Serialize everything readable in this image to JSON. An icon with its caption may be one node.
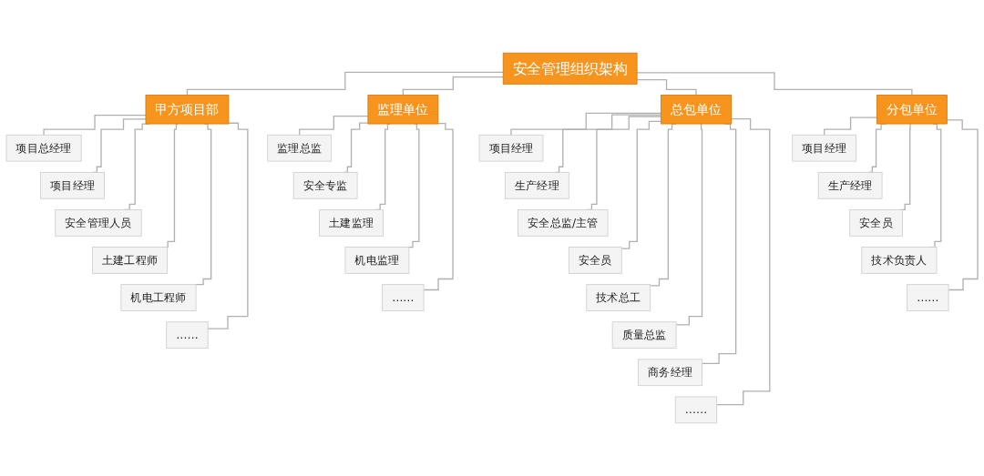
{
  "diagram": {
    "nodes": [
      {
        "text": [
          "安全管理组织架构"
        ]
      },
      {
        "text": [
          "甲方项目部"
        ]
      },
      {
        "text": [
          "项目总经理"
        ]
      },
      {
        "text": [
          "项目经理"
        ]
      },
      {
        "text": [
          "安全管理人员"
        ]
      },
      {
        "text": [
          "土建工程师"
        ]
      },
      {
        "text": [
          "机电工程师"
        ]
      },
      {
        "text": [
          "……"
        ]
      },
      {
        "text": [
          "监理单位"
        ]
      },
      {
        "text": [
          "监理总监"
        ]
      },
      {
        "text": [
          "安全专监"
        ]
      },
      {
        "text": [
          "土建监理"
        ]
      },
      {
        "text": [
          "机电监理"
        ]
      },
      {
        "text": [
          "……"
        ]
      },
      {
        "text": [
          "总包单位"
        ]
      },
      {
        "text": [
          "项目经理"
        ]
      },
      {
        "text": [
          "生产经理"
        ]
      },
      {
        "text": [
          "安全总监/主管"
        ]
      },
      {
        "text": [
          "安全员"
        ]
      },
      {
        "text": [
          "技术总工"
        ]
      },
      {
        "text": [
          "质量总监"
        ]
      },
      {
        "text": [
          "商务经理"
        ]
      },
      {
        "text": [
          "……"
        ]
      },
      {
        "text": [
          "分包单位"
        ]
      },
      {
        "text": [
          "项目经理"
        ]
      },
      {
        "text": [
          "生产经理"
        ]
      },
      {
        "text": [
          "安全员"
        ]
      },
      {
        "text": [
          "技术负责人"
        ]
      },
      {
        "text": [
          "……"
        ]
      }
    ],
    "edges": [
      {
        "from": 0,
        "to": 1,
        "arrow": "none"
      },
      {
        "from": 0,
        "to": 8,
        "arrow": "none"
      },
      {
        "from": 0,
        "to": 14,
        "arrow": "none"
      },
      {
        "from": 0,
        "to": 23,
        "arrow": "none"
      },
      {
        "from": 1,
        "to": 2,
        "arrow": "none"
      },
      {
        "from": 1,
        "to": 3,
        "arrow": "none"
      },
      {
        "from": 1,
        "to": 4,
        "arrow": "none"
      },
      {
        "from": 1,
        "to": 5,
        "arrow": "none"
      },
      {
        "from": 1,
        "to": 6,
        "arrow": "none"
      },
      {
        "from": 1,
        "to": 7,
        "arrow": "none"
      },
      {
        "from": 8,
        "to": 9,
        "arrow": "none"
      },
      {
        "from": 8,
        "to": 10,
        "arrow": "none"
      },
      {
        "from": 8,
        "to": 11,
        "arrow": "none"
      },
      {
        "from": 8,
        "to": 12,
        "arrow": "none"
      },
      {
        "from": 8,
        "to": 13,
        "arrow": "none"
      },
      {
        "from": 14,
        "to": 15,
        "arrow": "none"
      },
      {
        "from": 14,
        "to": 16,
        "arrow": "none"
      },
      {
        "from": 14,
        "to": 17,
        "arrow": "none"
      },
      {
        "from": 14,
        "to": 18,
        "arrow": "none"
      },
      {
        "from": 14,
        "to": 19,
        "arrow": "none"
      },
      {
        "from": 14,
        "to": 20,
        "arrow": "none"
      },
      {
        "from": 14,
        "to": 21,
        "arrow": "none"
      },
      {
        "from": 14,
        "to": 22,
        "arrow": "none"
      },
      {
        "from": 23,
        "to": 24,
        "arrow": "none"
      },
      {
        "from": 23,
        "to": 25,
        "arrow": "none"
      },
      {
        "from": 23,
        "to": 26,
        "arrow": "none"
      },
      {
        "from": 23,
        "to": 27,
        "arrow": "none"
      },
      {
        "from": 23,
        "to": 28,
        "arrow": "none"
      }
    ]
  }
}
